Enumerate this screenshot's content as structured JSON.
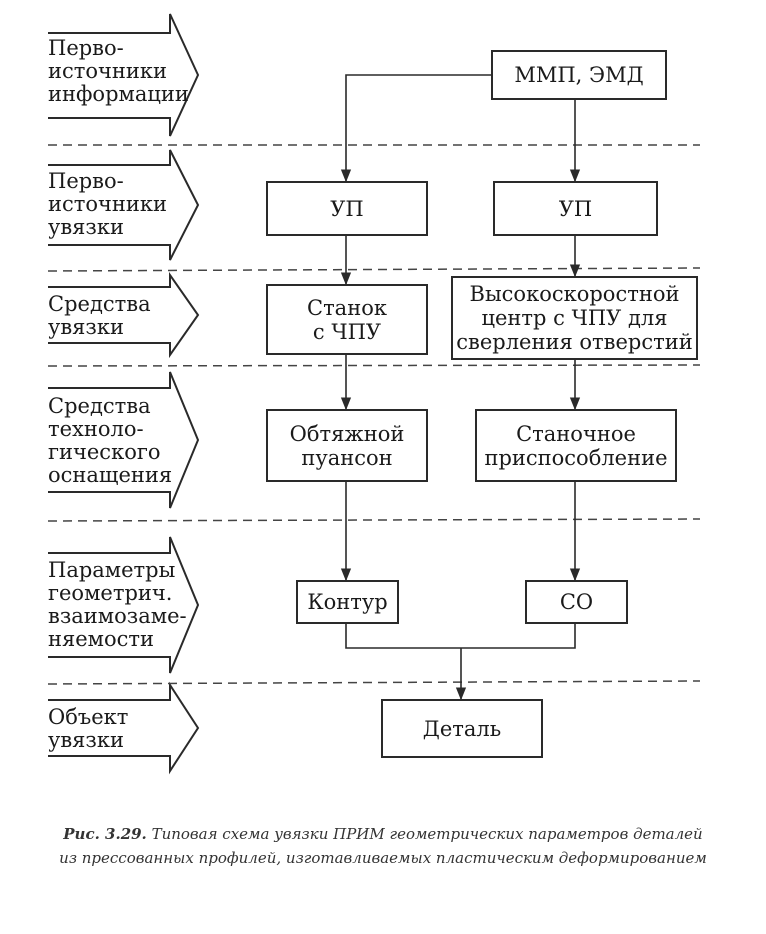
{
  "stages": [
    {
      "id": "primary-info",
      "label": "Перво-\nисточники\nинформации"
    },
    {
      "id": "primary-link",
      "label": "Перво-\nисточники\nувязки"
    },
    {
      "id": "link-means",
      "label": "Средства\nувязки"
    },
    {
      "id": "tooling",
      "label": "Средства\nтехноло-\nгического\nоснащения"
    },
    {
      "id": "parameters",
      "label": "Параметры\nгеометрич.\nвзаимозаме-\nняемости"
    },
    {
      "id": "object",
      "label": "Объект\nувязки"
    }
  ],
  "nodes": {
    "mmp_emd": "ММП, ЭМД",
    "up_left": "УП",
    "up_right": "УП",
    "cnc_machine": "Станок\nс ЧПУ",
    "drilling_center": "Высокоскоростной\nцентр с ЧПУ для\nсверления отверстий",
    "stretch_punch": "Обтяжной\nпуансон",
    "machine_fixture": "Станочное\nприспособление",
    "contour": "Контур",
    "co": "СО",
    "detail": "Деталь"
  },
  "caption": {
    "figure": "Рис. 3.29.",
    "line1": "Типовая схема увязки ПРИМ геометрических параметров деталей",
    "line2": "из прессованных профилей, изготавливаемых пластическим деформированием"
  }
}
